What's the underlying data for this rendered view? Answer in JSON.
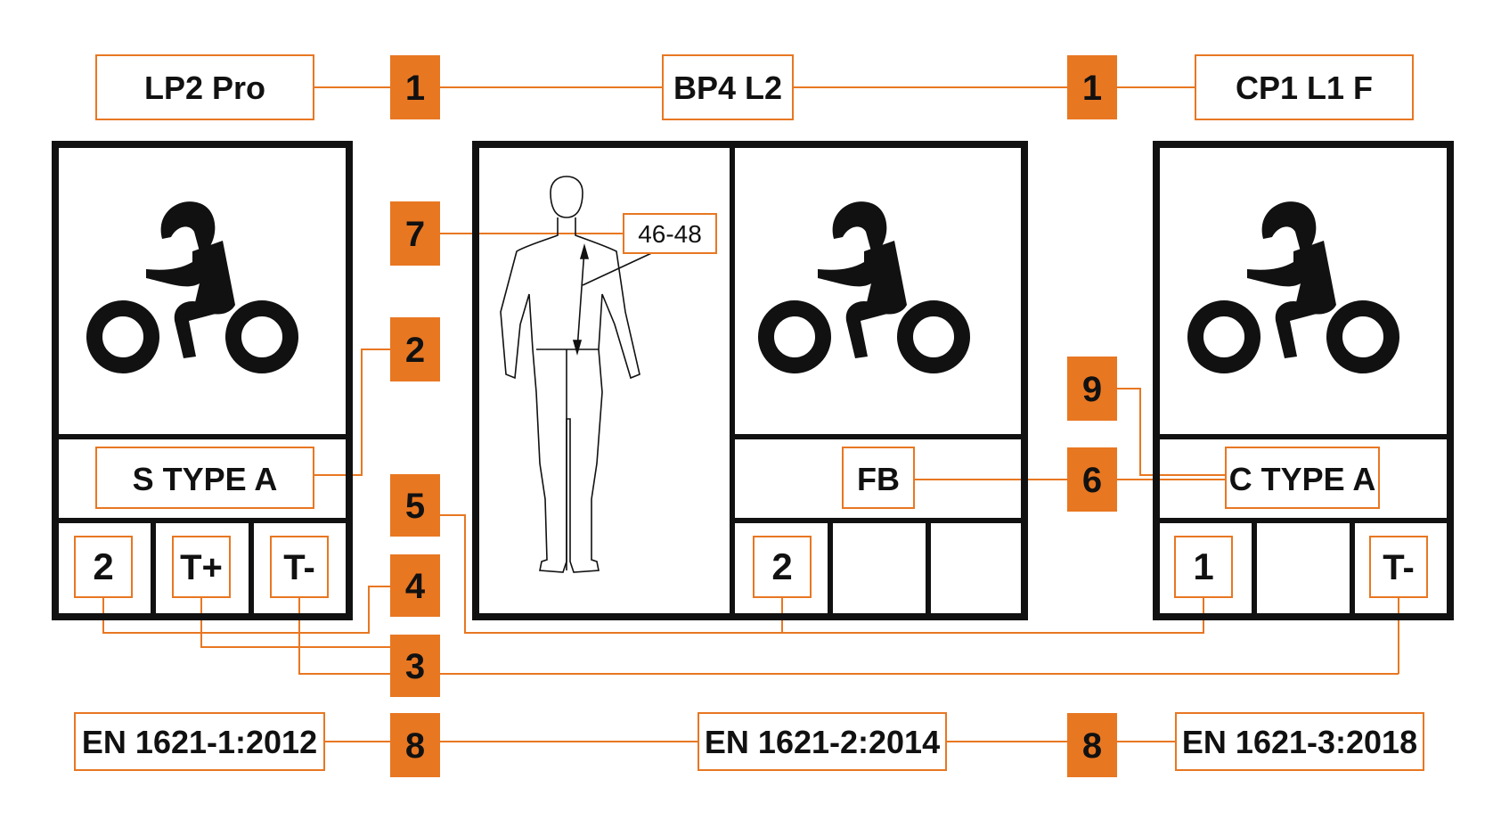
{
  "colors": {
    "accent": "#E87722",
    "ink": "#111111",
    "paper": "#ffffff"
  },
  "products": {
    "left": "LP2 Pro",
    "center": "BP4 L2",
    "right": "CP1 L1 F"
  },
  "standards": {
    "left": "EN 1621-1:2012",
    "center": "EN 1621-2:2014",
    "right": "EN 1621-3:2018"
  },
  "labels": {
    "left_type": "S TYPE A",
    "left_level": "2",
    "left_temp_plus": "T+",
    "left_temp_minus": "T-",
    "center_type": "FB",
    "center_level": "2",
    "right_type": "C TYPE A",
    "right_level": "1",
    "right_temp_minus": "T-",
    "body_size": "46-48"
  },
  "markers": {
    "m1a": "1",
    "m1b": "1",
    "m2": "2",
    "m3": "3",
    "m4": "4",
    "m5": "5",
    "m6": "6",
    "m7": "7",
    "m8a": "8",
    "m8b": "8",
    "m9": "9"
  },
  "icons": {
    "pictogram": "motorcycle-rider-icon",
    "body_figure": "human-body-figure-icon"
  }
}
